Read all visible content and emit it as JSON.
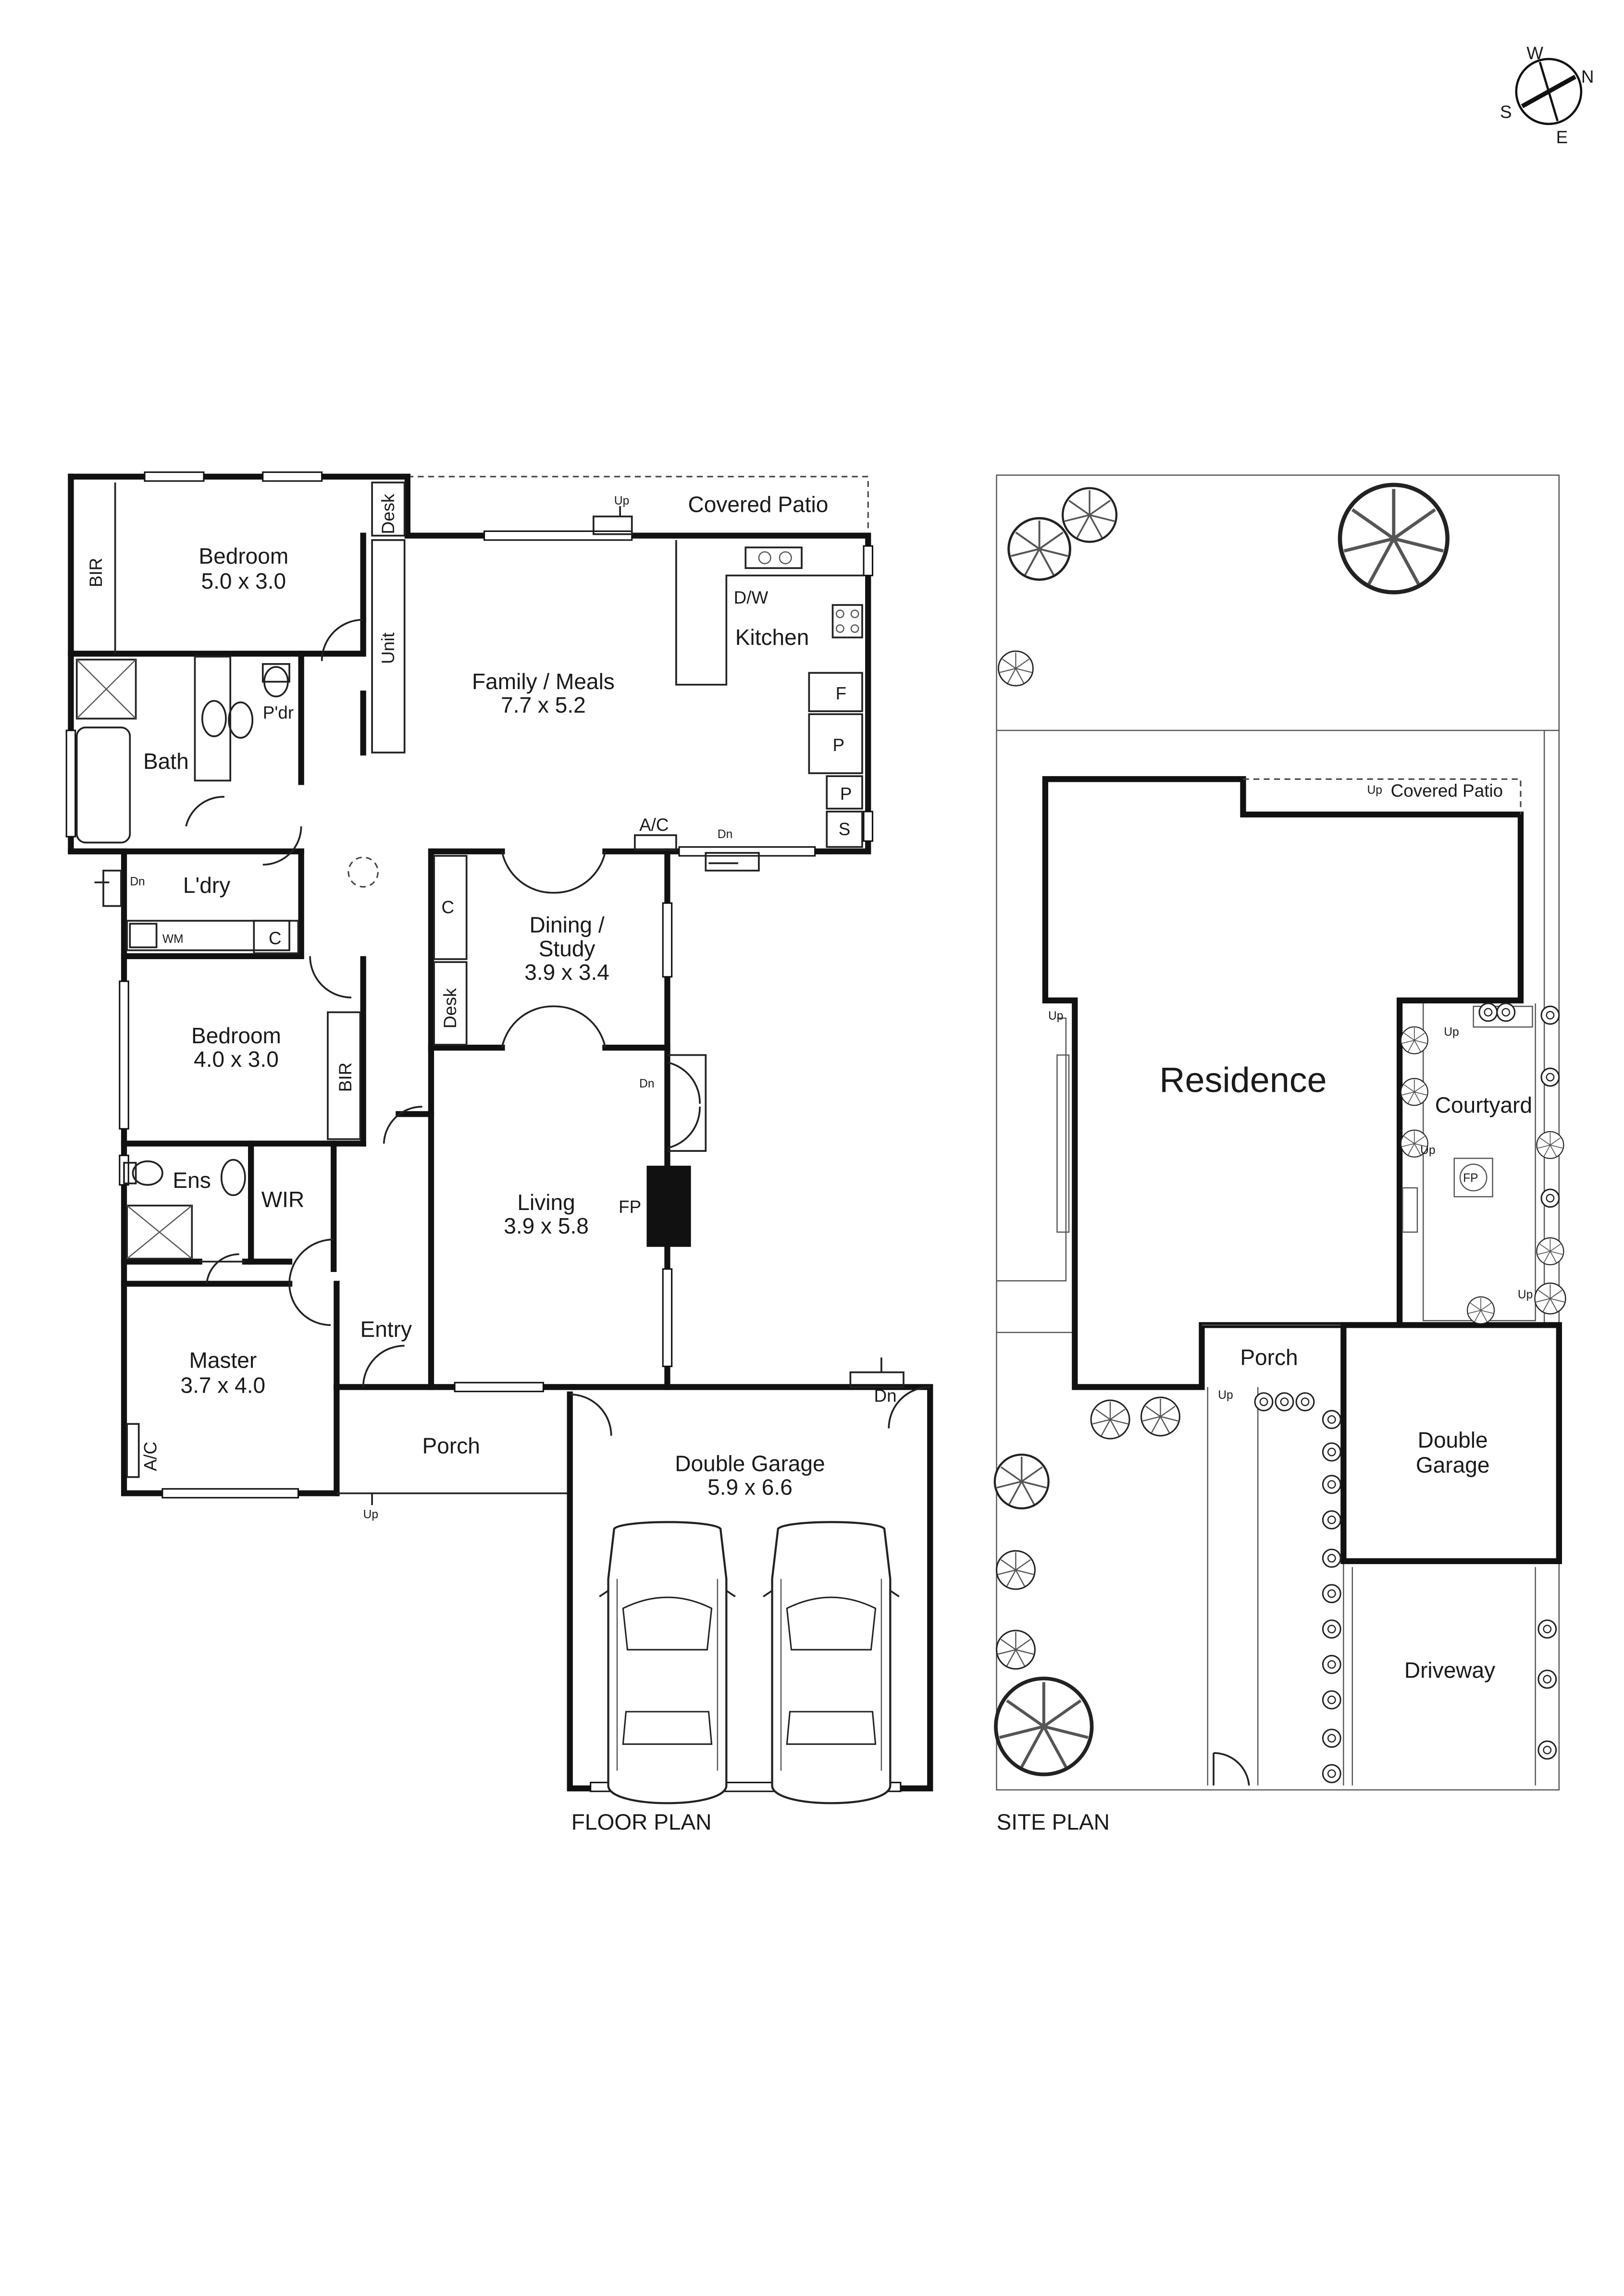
{
  "compass": {
    "w": "W",
    "n": "N",
    "s": "S",
    "e": "E"
  },
  "floor_plan": {
    "caption": "FLOOR PLAN",
    "covered_patio": "Covered Patio",
    "up_patio": "Up",
    "desk_top": "Desk",
    "bir_top": "BIR",
    "bedroom1_name": "Bedroom",
    "bedroom1_size": "5.0 x 3.0",
    "unit": "Unit",
    "dw": "D/W",
    "kitchen": "Kitchen",
    "family_name": "Family / Meals",
    "family_size": "7.7 x 5.2",
    "fridge": "F",
    "pantry1": "P",
    "pantry2": "P",
    "store": "S",
    "powder": "P'dr",
    "bath": "Bath",
    "ac_top": "A/C",
    "dn_family": "Dn",
    "dn_laundry": "Dn",
    "laundry": "L'dry",
    "wm": "WM",
    "c_laundry": "C",
    "c_dining": "C",
    "dining_name": "Dining /",
    "dining_name2": "Study",
    "dining_size": "3.9 x 3.4",
    "desk_dining": "Desk",
    "bedroom2_name": "Bedroom",
    "bedroom2_size": "4.0 x 3.0",
    "bir_mid": "BIR",
    "dn_living": "Dn",
    "ens": "Ens",
    "wir": "WIR",
    "living_name": "Living",
    "living_size": "3.9 x 5.8",
    "fp": "FP",
    "master_name": "Master",
    "master_size": "3.7 x 4.0",
    "entry": "Entry",
    "ac_master": "A/C",
    "porch": "Porch",
    "up_porch": "Up",
    "garage_name": "Double Garage",
    "garage_size": "5.9 x 6.6",
    "dn_garage": "Dn"
  },
  "site_plan": {
    "caption": "SITE PLAN",
    "covered_patio": "Covered Patio",
    "up_patio": "Up",
    "residence": "Residence",
    "courtyard": "Courtyard",
    "up_court1": "Up",
    "up_court2": "Up",
    "up_court3": "Up",
    "up_left": "Up",
    "fp": "FP",
    "porch": "Porch",
    "up_porch": "Up",
    "garage_line1": "Double",
    "garage_line2": "Garage",
    "driveway": "Driveway"
  }
}
